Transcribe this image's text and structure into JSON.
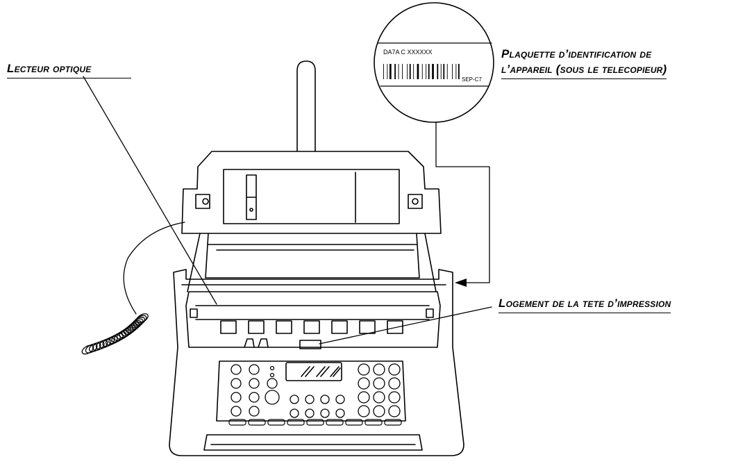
{
  "labels": {
    "optical_reader": "Lecteur optique",
    "id_plate_line1": "Plaquette d’identification de",
    "id_plate_line2": "l’appareil (sous le telecopieur)",
    "print_head": "Logement de la tete d’impression"
  },
  "id_plate": {
    "model_code": "DA7A C XXXXXX",
    "serial_tag": "SEP-C7"
  },
  "colors": {
    "line": "#000000",
    "background": "#ffffff"
  }
}
